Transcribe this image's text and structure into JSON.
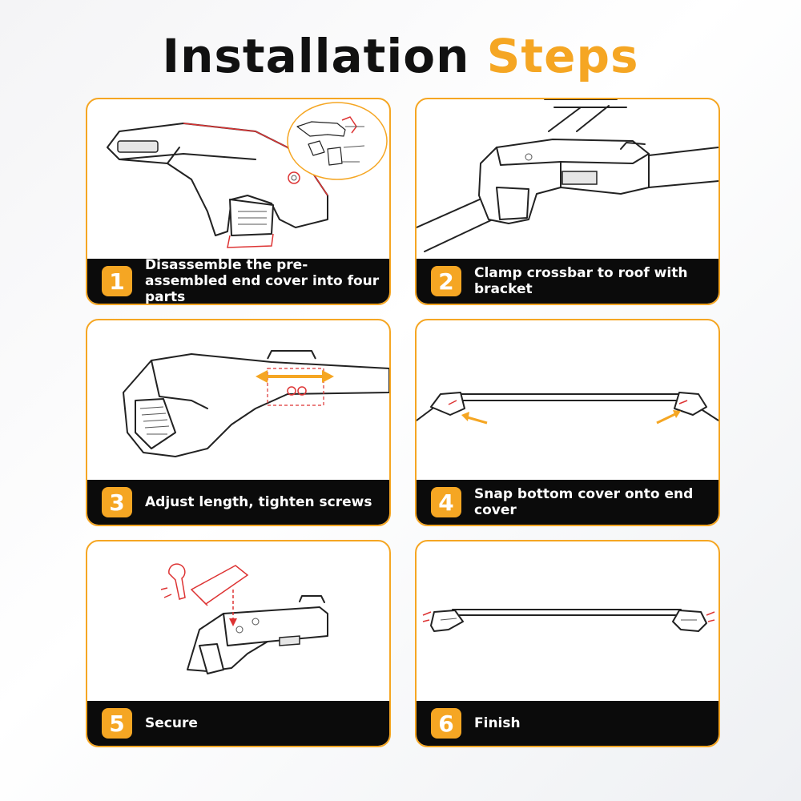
{
  "title": {
    "main": "Installation",
    "accent": "Steps"
  },
  "colors": {
    "accent": "#f5a623",
    "caption_bar": "#0b0b0b",
    "caption_text": "#ffffff",
    "highlight": "#d33333"
  },
  "steps": [
    {
      "number": "1",
      "caption": "Disassemble the pre-assembled end cover into four parts",
      "illustration": "end-cover-exploded"
    },
    {
      "number": "2",
      "caption": "Clamp crossbar to roof with bracket",
      "illustration": "bracket-clamp"
    },
    {
      "number": "3",
      "caption": "Adjust length, tighten screws",
      "illustration": "length-adjust"
    },
    {
      "number": "4",
      "caption": "Snap bottom cover onto end cover",
      "illustration": "bottom-cover-snap"
    },
    {
      "number": "5",
      "caption": "Secure",
      "illustration": "secure-with-key"
    },
    {
      "number": "6",
      "caption": "Finish",
      "illustration": "finished-crossbar"
    }
  ]
}
